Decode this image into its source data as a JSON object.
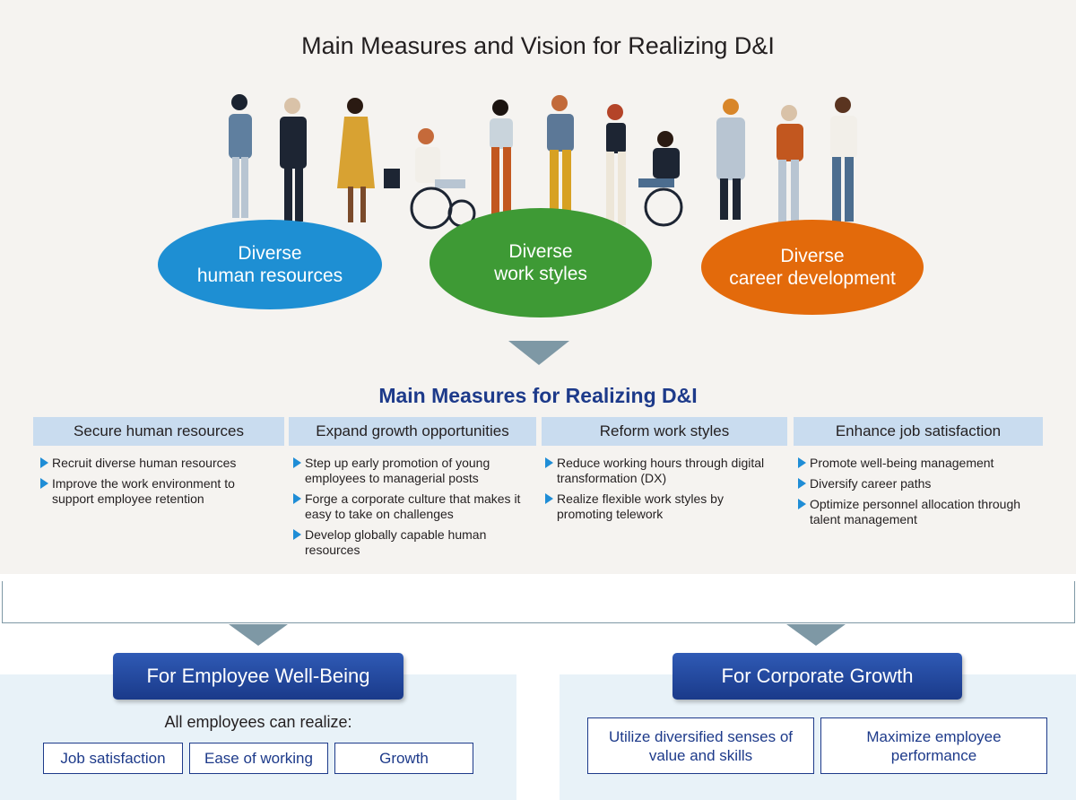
{
  "title": "Main Measures and Vision for Realizing D&I",
  "ellipses": [
    {
      "line1": "Diverse",
      "line2": "human resources",
      "color": "#1e8fd3"
    },
    {
      "line1": "Diverse",
      "line2": "work styles",
      "color": "#3e9a35"
    },
    {
      "line1": "Diverse",
      "line2": "career development",
      "color": "#e36a0b"
    }
  ],
  "subtitle": "Main Measures for Realizing D&I",
  "columns": [
    {
      "heading": "Secure human resources",
      "items": [
        "Recruit diverse human resources",
        "Improve the work environment to support employee retention"
      ]
    },
    {
      "heading": "Expand growth opportunities",
      "items": [
        "Step up early promotion of young employees to managerial posts",
        "Forge a corporate culture that makes it easy to take on challenges",
        "Develop globally capable human resources"
      ]
    },
    {
      "heading": "Reform work styles",
      "items": [
        "Reduce working hours through digital transformation (DX)",
        "Realize flexible work styles by promoting telework"
      ]
    },
    {
      "heading": "Enhance job satisfaction",
      "items": [
        "Promote well-being management",
        "Diversify career paths",
        "Optimize personnel allocation through talent management"
      ]
    }
  ],
  "wellbeing": {
    "label": "For Employee Well-Being",
    "lead": "All employees can realize:",
    "boxes": [
      "Job satisfaction",
      "Ease of working",
      "Growth"
    ]
  },
  "growth": {
    "label": "For Corporate Growth",
    "boxes": [
      "Utilize diversified senses of value and skills",
      "Maximize employee performance"
    ]
  },
  "colors": {
    "accent": "#1d3a8a",
    "bullet": "#1f8dd6",
    "header_bg": "#c9dcef",
    "arrow": "#7e98a5"
  }
}
